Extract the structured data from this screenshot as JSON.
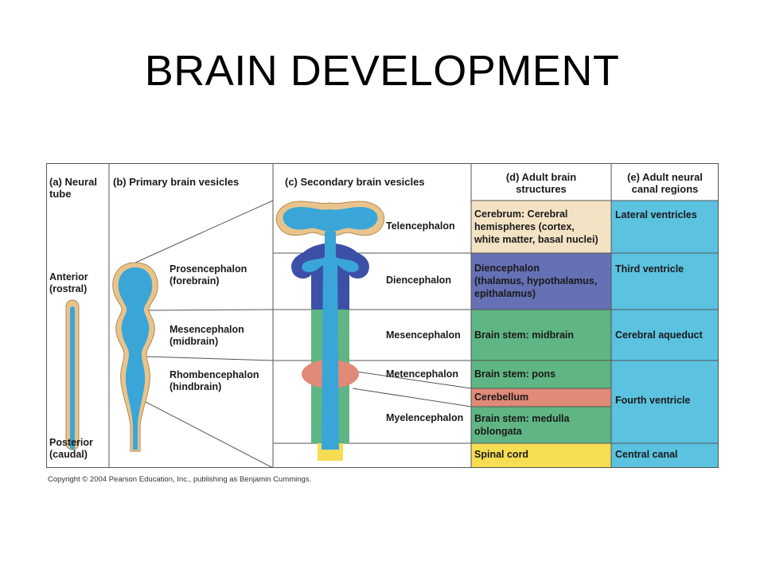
{
  "title": "BRAIN DEVELOPMENT",
  "headers": {
    "a": "(a) Neural\ntube",
    "b": "(b) Primary brain vesicles",
    "c": "(c) Secondary brain vesicles",
    "d": "(d) Adult brain\nstructures",
    "e": "(e) Adult neural\ncanal regions"
  },
  "neural_tube": {
    "anterior": "Anterior\n(rostral)",
    "posterior": "Posterior\n(caudal)"
  },
  "primary_vesicles": [
    "Prosencephalon\n(forebrain)",
    "Mesencephalon\n(midbrain)",
    "Rhombencephalon\n(hindbrain)"
  ],
  "secondary_vesicles": [
    "Telencephalon",
    "Diencephalon",
    "Mesencephalon",
    "Metencephalon",
    "Myelencephalon"
  ],
  "adult_structures": [
    "Cerebrum: Cerebral\nhemispheres (cortex,\nwhite matter, basal nuclei)",
    "Diencephalon\n(thalamus, hypothalamus,\nepithalamus)",
    "Brain stem: midbrain",
    "Brain stem: pons",
    "Cerebellum",
    "Brain stem: medulla\noblongata",
    "Spinal cord"
  ],
  "canal_regions": [
    "Lateral ventricles",
    "Third ventricle",
    "Cerebral aqueduct",
    "Fourth ventricle",
    "Central canal"
  ],
  "colors": {
    "telencephalon": "#f3e3c4",
    "diencephalon": "#6670b4",
    "brainstem": "#5fb583",
    "cerebellum": "#e08a78",
    "spinal_cord": "#f6dd52",
    "canal": "#5bc2e0",
    "tube_wall": "#e8c48c",
    "lumen": "#3aa6d8"
  },
  "copyright": "Copyright © 2004 Pearson Education, Inc., publishing as Benjamin Cummings."
}
